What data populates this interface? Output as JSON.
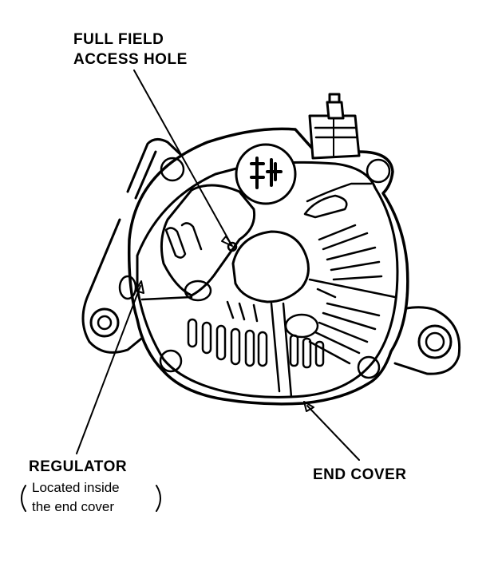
{
  "labels": {
    "field_access_line1": "FULL FIELD",
    "field_access_line2": "ACCESS HOLE",
    "regulator_title": "REGULATOR",
    "regulator_note_line1": "Located inside",
    "regulator_note_line2": "the end cover",
    "end_cover": "END COVER"
  },
  "colors": {
    "ink": "#000000",
    "paper": "#ffffff"
  }
}
